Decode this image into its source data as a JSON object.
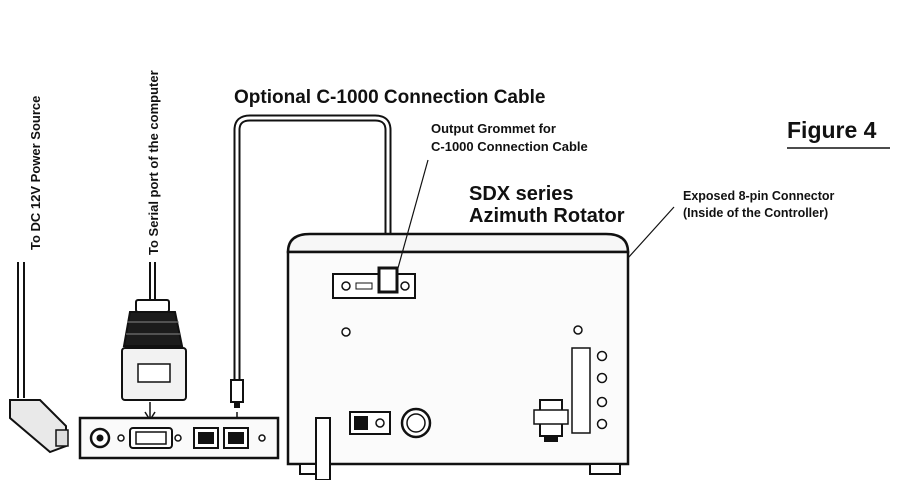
{
  "labels": {
    "power_source": "To DC 12V Power Source",
    "serial_port": "To Serial port of the computer",
    "cable_title": "Optional C-1000 Connection Cable",
    "grommet_line1": "Output Grommet for",
    "grommet_line2": "C-1000 Connection Cable",
    "rotator_line1": "SDX series",
    "rotator_line2": "Azimuth Rotator",
    "connector_line1": "Exposed 8-pin Connector",
    "connector_line2": "(Inside of the Controller)",
    "figure": "Figure 4"
  },
  "colors": {
    "ink": "#111111",
    "panel": "#f7f7f7",
    "shade": "#cfcfcf"
  }
}
